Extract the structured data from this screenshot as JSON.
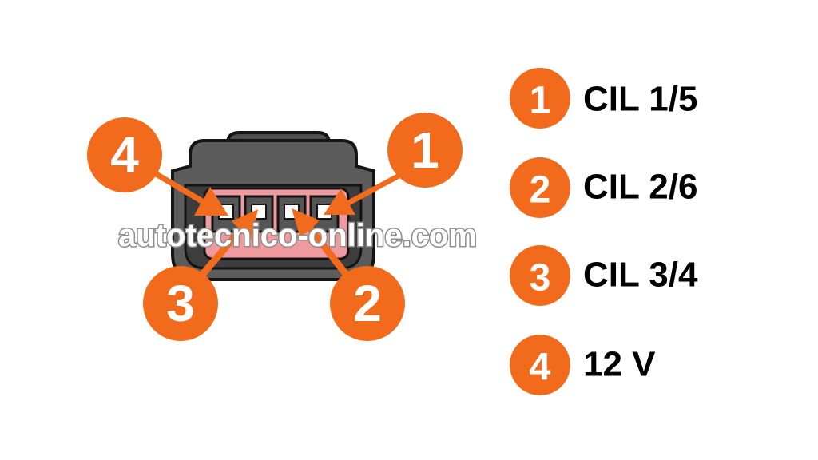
{
  "watermark": "autotecnico-online.com",
  "colors": {
    "callout": "#f26a1b",
    "arrow": "#f26a1b",
    "connector_body": "#5a5a5a",
    "connector_outline": "#141414",
    "terminal_block": "#ef9a9f",
    "latch": "#4a4a4a"
  },
  "callouts": [
    {
      "id": "4",
      "label": "4"
    },
    {
      "id": "1",
      "label": "1"
    },
    {
      "id": "3",
      "label": "3"
    },
    {
      "id": "2",
      "label": "2"
    }
  ],
  "legend": [
    {
      "number": "1",
      "label": "CIL 1/5"
    },
    {
      "number": "2",
      "label": "CIL 2/6"
    },
    {
      "number": "3",
      "label": "CIL 3/4"
    },
    {
      "number": "4",
      "label": "12 V"
    }
  ]
}
